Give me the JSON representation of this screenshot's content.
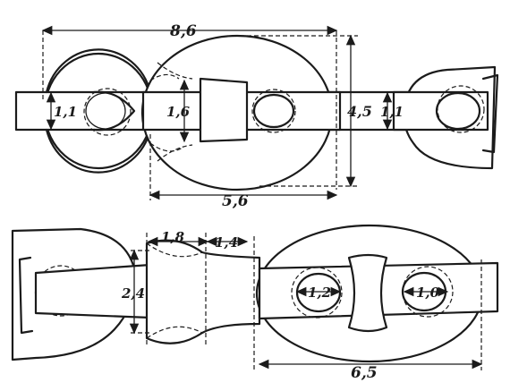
{
  "figure": {
    "top_chain": {
      "overall_length": "8,6",
      "inner_length": "5,6",
      "outer_height": "4,5",
      "stud_width": "1,6",
      "bar_thickness_left": "1,1",
      "bar_thickness_right": "1,1"
    },
    "bottom_chain": {
      "swivel_head_width": "1,8",
      "neck_width": "1,4",
      "swivel_height": "2,4",
      "link_bar_left": "1,2",
      "link_bar_right": "1,0",
      "link_inner_length": "6,5"
    }
  },
  "colors": {
    "ink": "#1b1b1b",
    "paper": "#ffffff"
  }
}
